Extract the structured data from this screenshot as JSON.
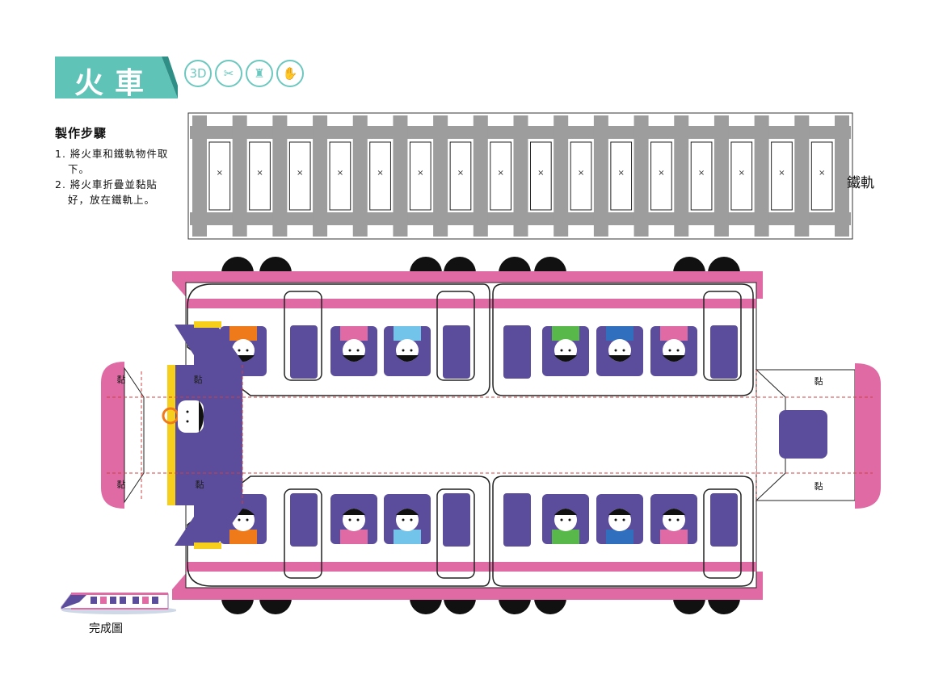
{
  "title": "火車",
  "tools": [
    {
      "name": "3d-icon",
      "glyph": "3D"
    },
    {
      "name": "scissors-icon",
      "glyph": "✂"
    },
    {
      "name": "glue-icon",
      "glyph": "♜"
    },
    {
      "name": "hand-icon",
      "glyph": "✋"
    }
  ],
  "steps": {
    "heading": "製作步驟",
    "items": [
      "1. 將火車和鐵軌物件取下。",
      "2. 將火車折疊並黏貼好，放在鐵軌上。"
    ]
  },
  "track": {
    "label": "鐵軌",
    "cut_mark": "×",
    "slot_count": 16
  },
  "train": {
    "glue_label": "黏"
  },
  "preview_caption": "完成圖",
  "colors": {
    "teal": "#5fc3b8",
    "pink": "#e06aa4",
    "purple": "#5b4c9c",
    "gray": "#9d9d9d",
    "yellow": "#f6cf1d",
    "orange": "#ef7a1a",
    "green": "#58b94a",
    "blue": "#2f6fbe",
    "light_blue": "#72c4ea"
  }
}
